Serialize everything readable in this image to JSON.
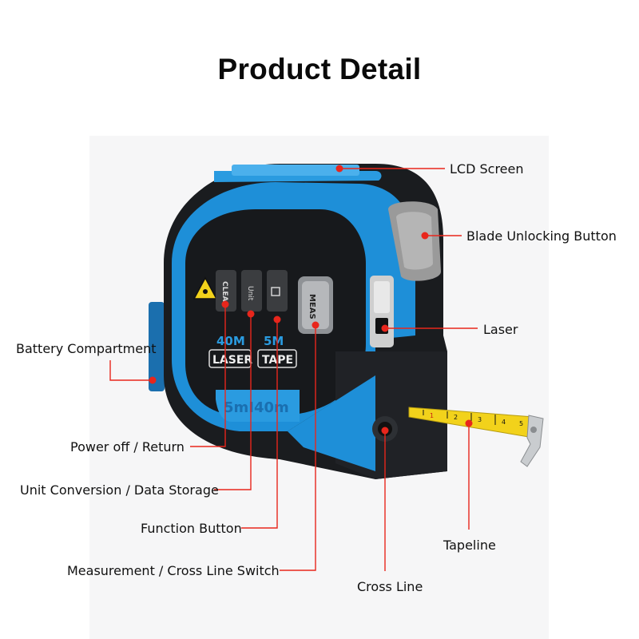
{
  "page": {
    "title": "Product Detail"
  },
  "device": {
    "labels": {
      "clear": "CLEAR",
      "unit": "Unit",
      "meas": "MEAS",
      "laser_range": "40M",
      "laser": "LASER",
      "tape_range": "5M",
      "tape": "TAPE",
      "molded": "5mI40m"
    }
  },
  "tape_scale": [
    "1",
    "2",
    "3",
    "4",
    "5"
  ],
  "callouts": [
    {
      "id": "lcd-screen",
      "text": "LCD Screen"
    },
    {
      "id": "blade-unlocking-button",
      "text": "Blade Unlocking Button"
    },
    {
      "id": "laser",
      "text": "Laser"
    },
    {
      "id": "battery-compartment",
      "text": "Battery Compartment"
    },
    {
      "id": "power-off-return",
      "text": "Power off / Return"
    },
    {
      "id": "unit-conversion-data-storage",
      "text": "Unit Conversion / Data Storage"
    },
    {
      "id": "function-button",
      "text": "Function Button"
    },
    {
      "id": "measurement-cross-line-switch",
      "text": "Measurement / Cross Line Switch"
    },
    {
      "id": "tapeline",
      "text": "Tapeline"
    },
    {
      "id": "cross-line",
      "text": "Cross Line"
    }
  ],
  "colors": {
    "accent_red": "#e8261c",
    "device_blue": "#1e8fd8",
    "device_black": "#1a1c1f",
    "tape_yellow": "#f2d21b",
    "button_grey": "#9a9a9a"
  }
}
